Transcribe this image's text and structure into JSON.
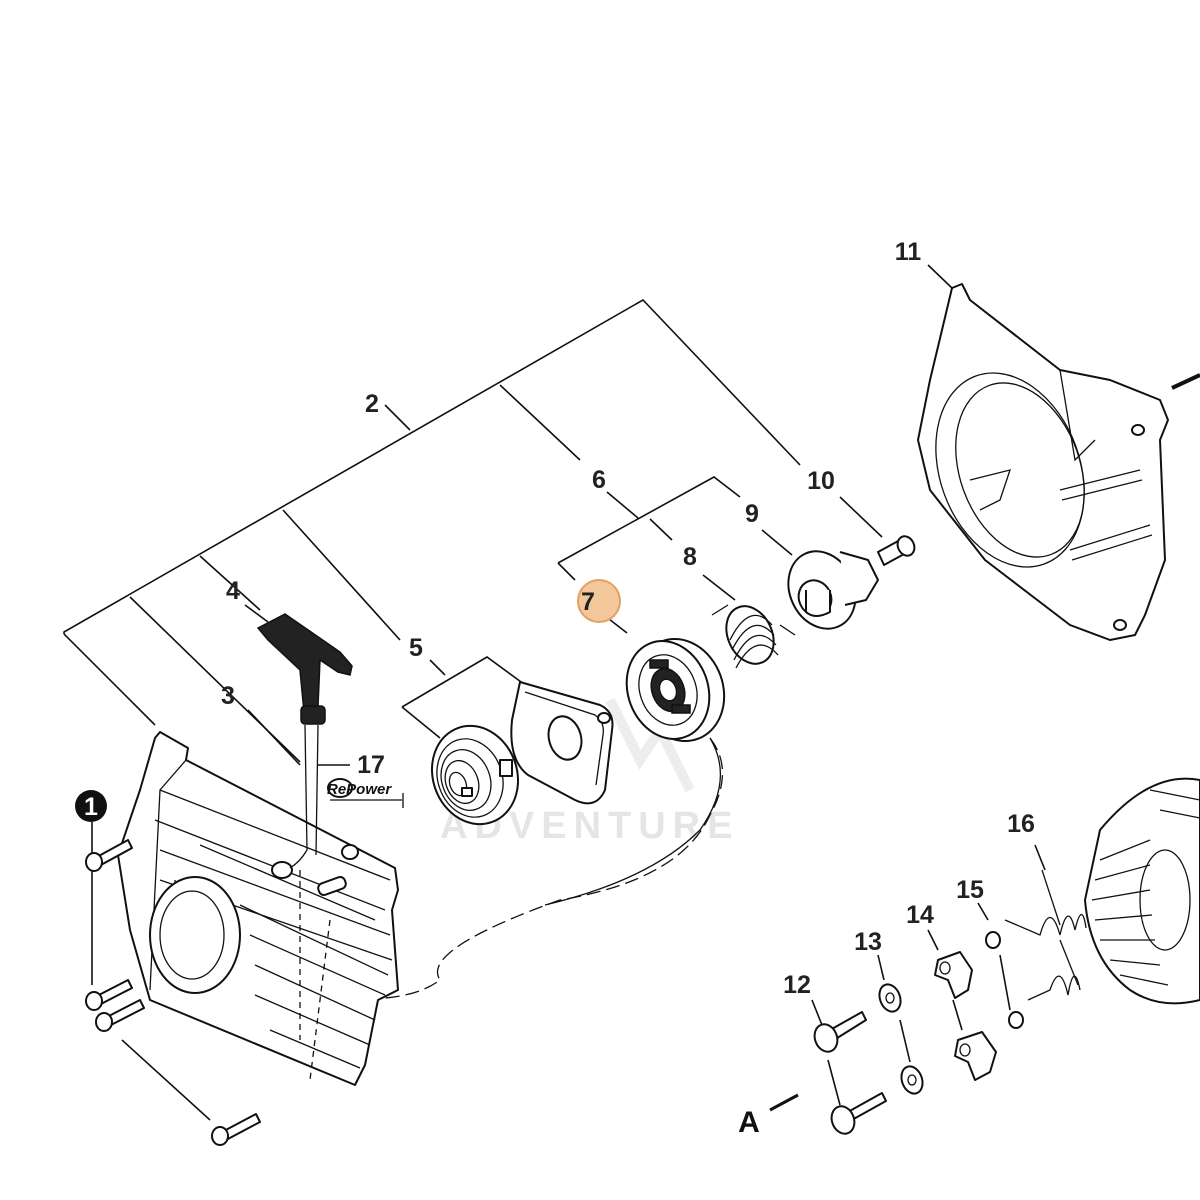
{
  "callouts": {
    "n1": "1",
    "n2": "2",
    "n3": "3",
    "n4": "4",
    "n5": "5",
    "n6": "6",
    "n7": "7",
    "n8": "8",
    "n9": "9",
    "n10": "10",
    "n11": "11",
    "n12": "12",
    "n13": "13",
    "n14": "14",
    "n15": "15",
    "n16": "16",
    "n17": "17"
  },
  "view_letter": "A",
  "brand_label": "RePower",
  "watermark": "ADVENTURE",
  "colors": {
    "highlight_fill": "#f4c79b",
    "highlight_stroke": "#e3a064",
    "line": "#111111"
  }
}
